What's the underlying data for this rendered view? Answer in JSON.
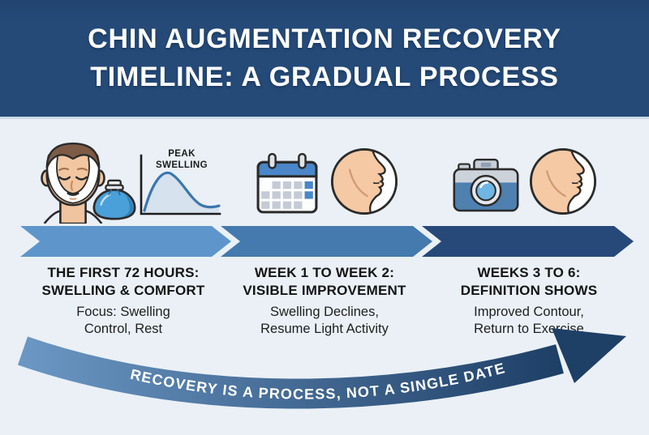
{
  "header": {
    "title_line1": "CHIN AUGMENTATION RECOVERY",
    "title_line2": "TIMELINE: A GRADUAL PROCESS"
  },
  "stages": [
    {
      "heading_line1": "THE FIRST 72 HOURS:",
      "heading_line2": "SWELLING & COMFORT",
      "detail_line1": "Focus: Swelling",
      "detail_line2": "Control, Rest",
      "icons": [
        "face-compression-garment-icon",
        "ice-pack-icon",
        "swelling-curve-chart"
      ]
    },
    {
      "heading_line1": "WEEK 1 TO WEEK 2:",
      "heading_line2": "VISIBLE IMPROVEMENT",
      "detail_line1": "Swelling Declines,",
      "detail_line2": "Resume Light Activity",
      "icons": [
        "calendar-icon",
        "chin-profile-icon"
      ]
    },
    {
      "heading_line1": "WEEKS 3 TO 6:",
      "heading_line2": "DEFINITION SHOWS",
      "detail_line1": "Improved Contour,",
      "detail_line2": "Return to Exercise",
      "icons": [
        "camera-icon",
        "chin-profile-icon"
      ]
    }
  ],
  "swelling_chart": {
    "type": "line",
    "label_line1": "PEAK",
    "label_line2": "SWELLING",
    "description": "swelling rises to an early peak then declines over time"
  },
  "banner": {
    "text": "RECOVERY IS A PROCESS, NOT A SINGLE DATE"
  },
  "colors": {
    "header_bg": "#254a78",
    "body_bg": "#eaf0f6",
    "chevron_1": "#5e96cb",
    "chevron_2": "#447aad",
    "chevron_3": "#27497a",
    "swoosh_start": "#6b97c4",
    "swoosh_end": "#1e3f66",
    "chart_curve": "#3c76ad",
    "chart_fill": "#d6e2ee",
    "accent_blue": "#4a86c8"
  }
}
